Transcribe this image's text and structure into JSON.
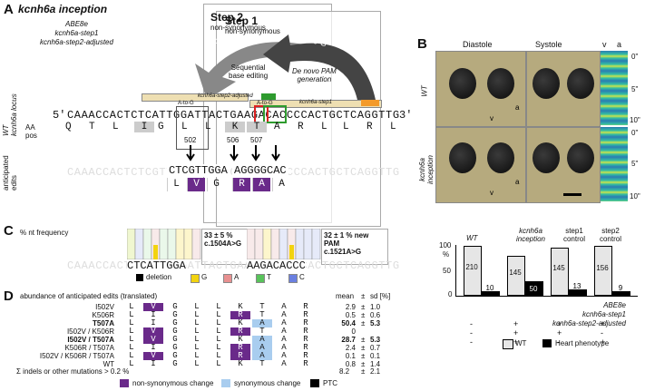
{
  "panelA": {
    "letter": "A",
    "title": "kcnh6a inception",
    "constructs": [
      "ABE8e",
      "kcnh6a-step1",
      "kcnh6a-step2-adjusted"
    ],
    "step1_title": "Step 1",
    "step1_sub": "non-synonymous",
    "step2_title": "Step 2",
    "step2_sub": "non-synonymous",
    "arrow_label": "A-to-G",
    "arrow2_label": "A-to-G",
    "sequential_label": "Sequential\nbase editing",
    "denovo_label": "De novo PAM\ngeneration",
    "guide1_label": "kcnh6a-step1",
    "guide2_label": "kcnh6a-step2-adjusted",
    "atog_small": "A-to-G",
    "atog_small2": "A-to-G",
    "wt_label": "WT\nkcnh6a locus",
    "dna_left": "5'",
    "dna_seq": "CAAACCACTCTCATTGGATTACTGAAGACACCCCACTGCTCAGGTTG",
    "dna_right": "3'",
    "aa_label": "AA\npos",
    "aa_seq": [
      "Q",
      "T",
      "L",
      "I",
      "G",
      "L",
      "L",
      "K",
      "T",
      "A",
      "R",
      "L",
      "L",
      "R",
      "L"
    ],
    "pos_502": "502",
    "pos_506": "506",
    "pos_507": "507",
    "anticipated_label": "anticipated\nedits",
    "edit_left_seq": "CTCGTTGGA",
    "edit_left_aa": [
      "L",
      "V",
      "G"
    ],
    "edit_right_seq": "AGGGGCAC",
    "edit_right_aa": [
      "R",
      "A",
      "A"
    ],
    "faded_seq": "CAAACCACTCTCGTTGGATTACTGAAGGGGCCCCACTGCTCAGGTTG"
  },
  "panelB": {
    "letter": "B",
    "col_diastole": "Diastole",
    "col_systole": "Systole",
    "col_v": "v",
    "col_a": "a",
    "row_wt": "WT",
    "row_inception": "kcnh6a\ninception",
    "time0": "0\"",
    "time5": "5\"",
    "time10": "10\"",
    "lbl_v": "v",
    "lbl_a": "a"
  },
  "panelC": {
    "letter": "C",
    "ylabel": "% nt frequency",
    "stat1": "33 ± 5 %",
    "stat1b": "c.1504A>G",
    "stat2": "32 ± 1 % new PAM",
    "stat2b": "c.1521A>G",
    "seq1": "CTCATTGGA",
    "seq2": "AAGACACCC",
    "faded_seq": "CAAACCACTCTCATTGGATTACTGAAGACACCCCACTGCTCAGGTTG",
    "legend": [
      {
        "label": "deletion",
        "color": "#000000"
      },
      {
        "label": "G",
        "color": "#f2d30f"
      },
      {
        "label": "A",
        "color": "#e89090"
      },
      {
        "label": "T",
        "color": "#58c35a"
      },
      {
        "label": "C",
        "color": "#6a7fe0"
      }
    ]
  },
  "panelD": {
    "letter": "D",
    "header": "abundance of anticipated edits (translated)",
    "col_mean": "mean",
    "col_pm": "±",
    "col_sd": "sd [%]",
    "rows": [
      {
        "name": "I502V",
        "bold": false,
        "aa": [
          "L",
          "V",
          "G",
          "L",
          "L",
          "K",
          "T",
          "A",
          "R"
        ],
        "mean": "2.9",
        "sd": "1.0"
      },
      {
        "name": "K506R",
        "bold": false,
        "aa": [
          "L",
          "I",
          "G",
          "L",
          "L",
          "R",
          "T",
          "A",
          "R"
        ],
        "mean": "0.5",
        "sd": "0.6"
      },
      {
        "name": "T507A",
        "bold": true,
        "aa": [
          "L",
          "I",
          "G",
          "L",
          "L",
          "K",
          "A",
          "A",
          "R"
        ],
        "mean": "50.4",
        "sd": "5.3"
      },
      {
        "name": "I502V / K506R",
        "bold": false,
        "aa": [
          "L",
          "V",
          "G",
          "L",
          "L",
          "R",
          "T",
          "A",
          "R"
        ],
        "mean": "0",
        "sd": ""
      },
      {
        "name": "I502V / T507A",
        "bold": true,
        "aa": [
          "L",
          "V",
          "G",
          "L",
          "L",
          "K",
          "A",
          "A",
          "R"
        ],
        "mean": "28.7",
        "sd": "5.3"
      },
      {
        "name": "K506R / T507A",
        "bold": false,
        "aa": [
          "L",
          "I",
          "G",
          "L",
          "L",
          "R",
          "A",
          "A",
          "R"
        ],
        "mean": "2.4",
        "sd": "0.7"
      },
      {
        "name": "I502V / K506R / T507A",
        "bold": false,
        "aa": [
          "L",
          "V",
          "G",
          "L",
          "L",
          "R",
          "A",
          "A",
          "R"
        ],
        "mean": "0.1",
        "sd": "0.1"
      },
      {
        "name": "WT",
        "bold": false,
        "aa": [
          "L",
          "I",
          "G",
          "L",
          "L",
          "K",
          "T",
          "A",
          "R"
        ],
        "mean": "0.8",
        "sd": "1.4"
      }
    ],
    "indels_label": "Σ indels or other mutations > 0.2 %",
    "indels_mean": "8.2",
    "indels_sd": "2.1",
    "legend_nonsyn": "non-synonymous change",
    "legend_syn": "synonymous change",
    "legend_ptc": "PTC",
    "colors": {
      "nonsyn": "#6a2a8a",
      "syn": "#a9cdef",
      "ptc": "#000000"
    }
  },
  "chart_data": {
    "type": "bar",
    "categories": [
      "WT",
      "kcnh6a inception",
      "step1 control",
      "step2 control"
    ],
    "series": [
      {
        "name": "WT",
        "values": [
          210,
          145,
          145,
          156
        ]
      },
      {
        "name": "Heart phenotype",
        "values": [
          10,
          50,
          13,
          9
        ]
      }
    ],
    "ylabel": "%",
    "ylim": [
      0,
      100
    ],
    "yticks": [
      "100",
      "50",
      "0"
    ],
    "conditions": [
      {
        "label": "ABE8e",
        "values": [
          "-",
          "+",
          "+",
          "+"
        ]
      },
      {
        "label": "kcnh6a-step1",
        "values": [
          "-",
          "+",
          "+",
          "-"
        ]
      },
      {
        "label": "kcnh6a-step2-adjusted",
        "values": [
          "-",
          "+",
          "-",
          "+"
        ]
      }
    ],
    "legend": [
      "WT",
      "Heart phenotype"
    ],
    "colors": {
      "WT": "#e6e6e6",
      "Heart phenotype": "#000000"
    }
  }
}
